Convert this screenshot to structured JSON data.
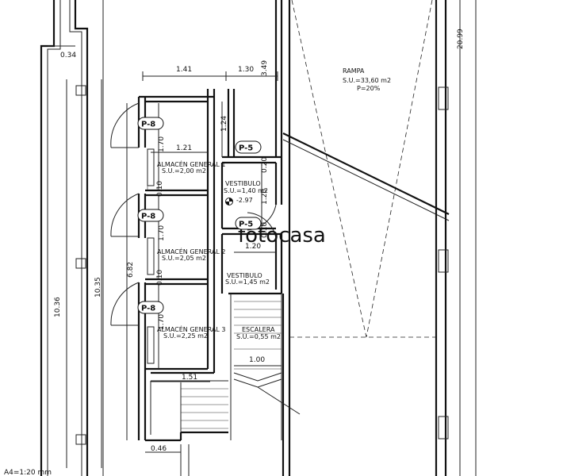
{
  "rooms": {
    "rampa": {
      "name": "RAMPA",
      "area": "S.U.=33,60  m2",
      "slope": "P=20%"
    },
    "almacen1": {
      "name": "ALMACÉN GENERAL 1",
      "area": "S.U.=2,00  m2"
    },
    "almacen2": {
      "name": "ALMACÉN GENERAL 2",
      "area": "S.U.=2,05  m2"
    },
    "almacen3": {
      "name": "ALMACÉN GENERAL 3",
      "area": "S.U.=2,25  m2"
    },
    "vestibulo1": {
      "name": "VESTIBULO",
      "area": "S.U.=1,40  m2",
      "level": "-2.97"
    },
    "vestibulo2": {
      "name": "VESTIBULO",
      "area": "S.U.=1,45  m2"
    },
    "escalera": {
      "name": "ESCALERA",
      "area": "S.U.=0,55  m2"
    }
  },
  "door_tags": [
    "P-8",
    "P-8",
    "P-8",
    "P-5",
    "P-5"
  ],
  "dimensions": {
    "d_034": "0.34",
    "d_141": "1.41",
    "d_130": "1.30",
    "d_349": "3.49",
    "d_124": "1.24",
    "d_121": "1.21",
    "d_170a": "1.70",
    "d_170b": "1.70",
    "d_170c": "1.70",
    "d_020": "0.20",
    "d_120v": "1.20",
    "d_010": "0.10",
    "d_120h": "1.20",
    "d_100": "1.00",
    "d_151": "1.51",
    "d_046": "0.46",
    "d_682": "6.82",
    "d_1035": "10.35",
    "d_1036": "10.36",
    "d_2099": "20.99",
    "d_n10": "0.10",
    "d_n20": "0.10"
  },
  "scale_note": "A4=1:20 mm",
  "watermark": "fotocasa"
}
